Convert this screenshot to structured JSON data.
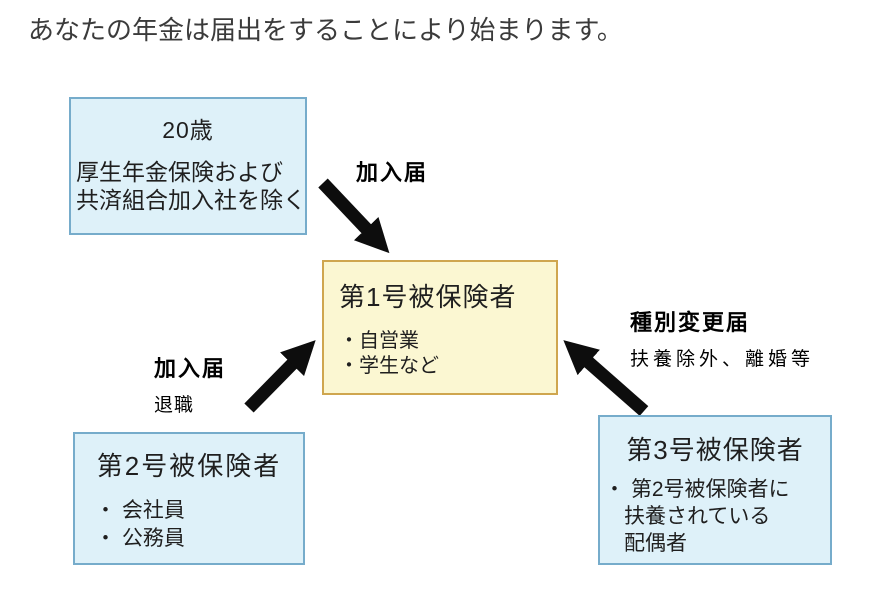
{
  "title": "あなたの年金は届出をすることにより始まります。",
  "boxes": {
    "age20": {
      "heading": "20歳",
      "note_line1": "厚生年金保険および",
      "note_line2": "共済組合加入社を除く"
    },
    "insured1": {
      "heading": "第1号被保険者",
      "item1": "・自営業",
      "item2": "・学生など"
    },
    "insured2": {
      "heading": "第2号被保険者",
      "item1": "・ 会社員",
      "item2": "・ 公務員"
    },
    "insured3": {
      "heading": "第3号被保険者",
      "item1": "・ 第2号被保険者に",
      "item2": "扶養されている",
      "item3": "配偶者"
    }
  },
  "arrow_labels": {
    "top": {
      "title": "加入届"
    },
    "left": {
      "title": "加入届",
      "sub": "退職"
    },
    "right": {
      "title": "種別変更届",
      "sub": "扶養除外、離婚等"
    }
  },
  "colors": {
    "box_blue_fill": "#def1f9",
    "box_blue_border": "#76accb",
    "box_yellow_fill": "#fbf7d2",
    "box_yellow_border": "#cfa64f",
    "arrow": "#0d0d0d",
    "text": "#1f1f1f",
    "title_text": "#3b3b3b"
  }
}
